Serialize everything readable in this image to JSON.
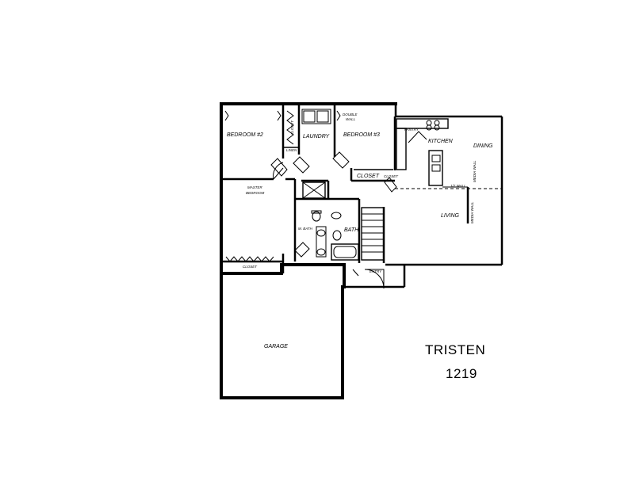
{
  "plan": {
    "name": "TRISTEN",
    "number": "1219"
  },
  "rooms": {
    "bedroom2": "BEDROOM #2",
    "closet_b2": "CLOSET",
    "linen": "LINEN",
    "laundry": "LAUNDRY",
    "double_wall": "DOUBLE\nWALL",
    "bedroom3": "BEDROOM #3",
    "closet_b3": "CLOSET",
    "pantry": "PANTRY",
    "kitchen": "KITCHEN",
    "dining": "DINING",
    "master_bedroom": "MASTER\nBEDROOM",
    "m_bath": "M. BATH",
    "bath": "BATH",
    "living": "LIVING",
    "closet_master": "CLOSET",
    "entry": "ENTRY",
    "garage": "GARAGE",
    "media": "MEDIA WALL",
    "half_wall": "1/2 WALL",
    "closet_small": "CLOSET"
  }
}
